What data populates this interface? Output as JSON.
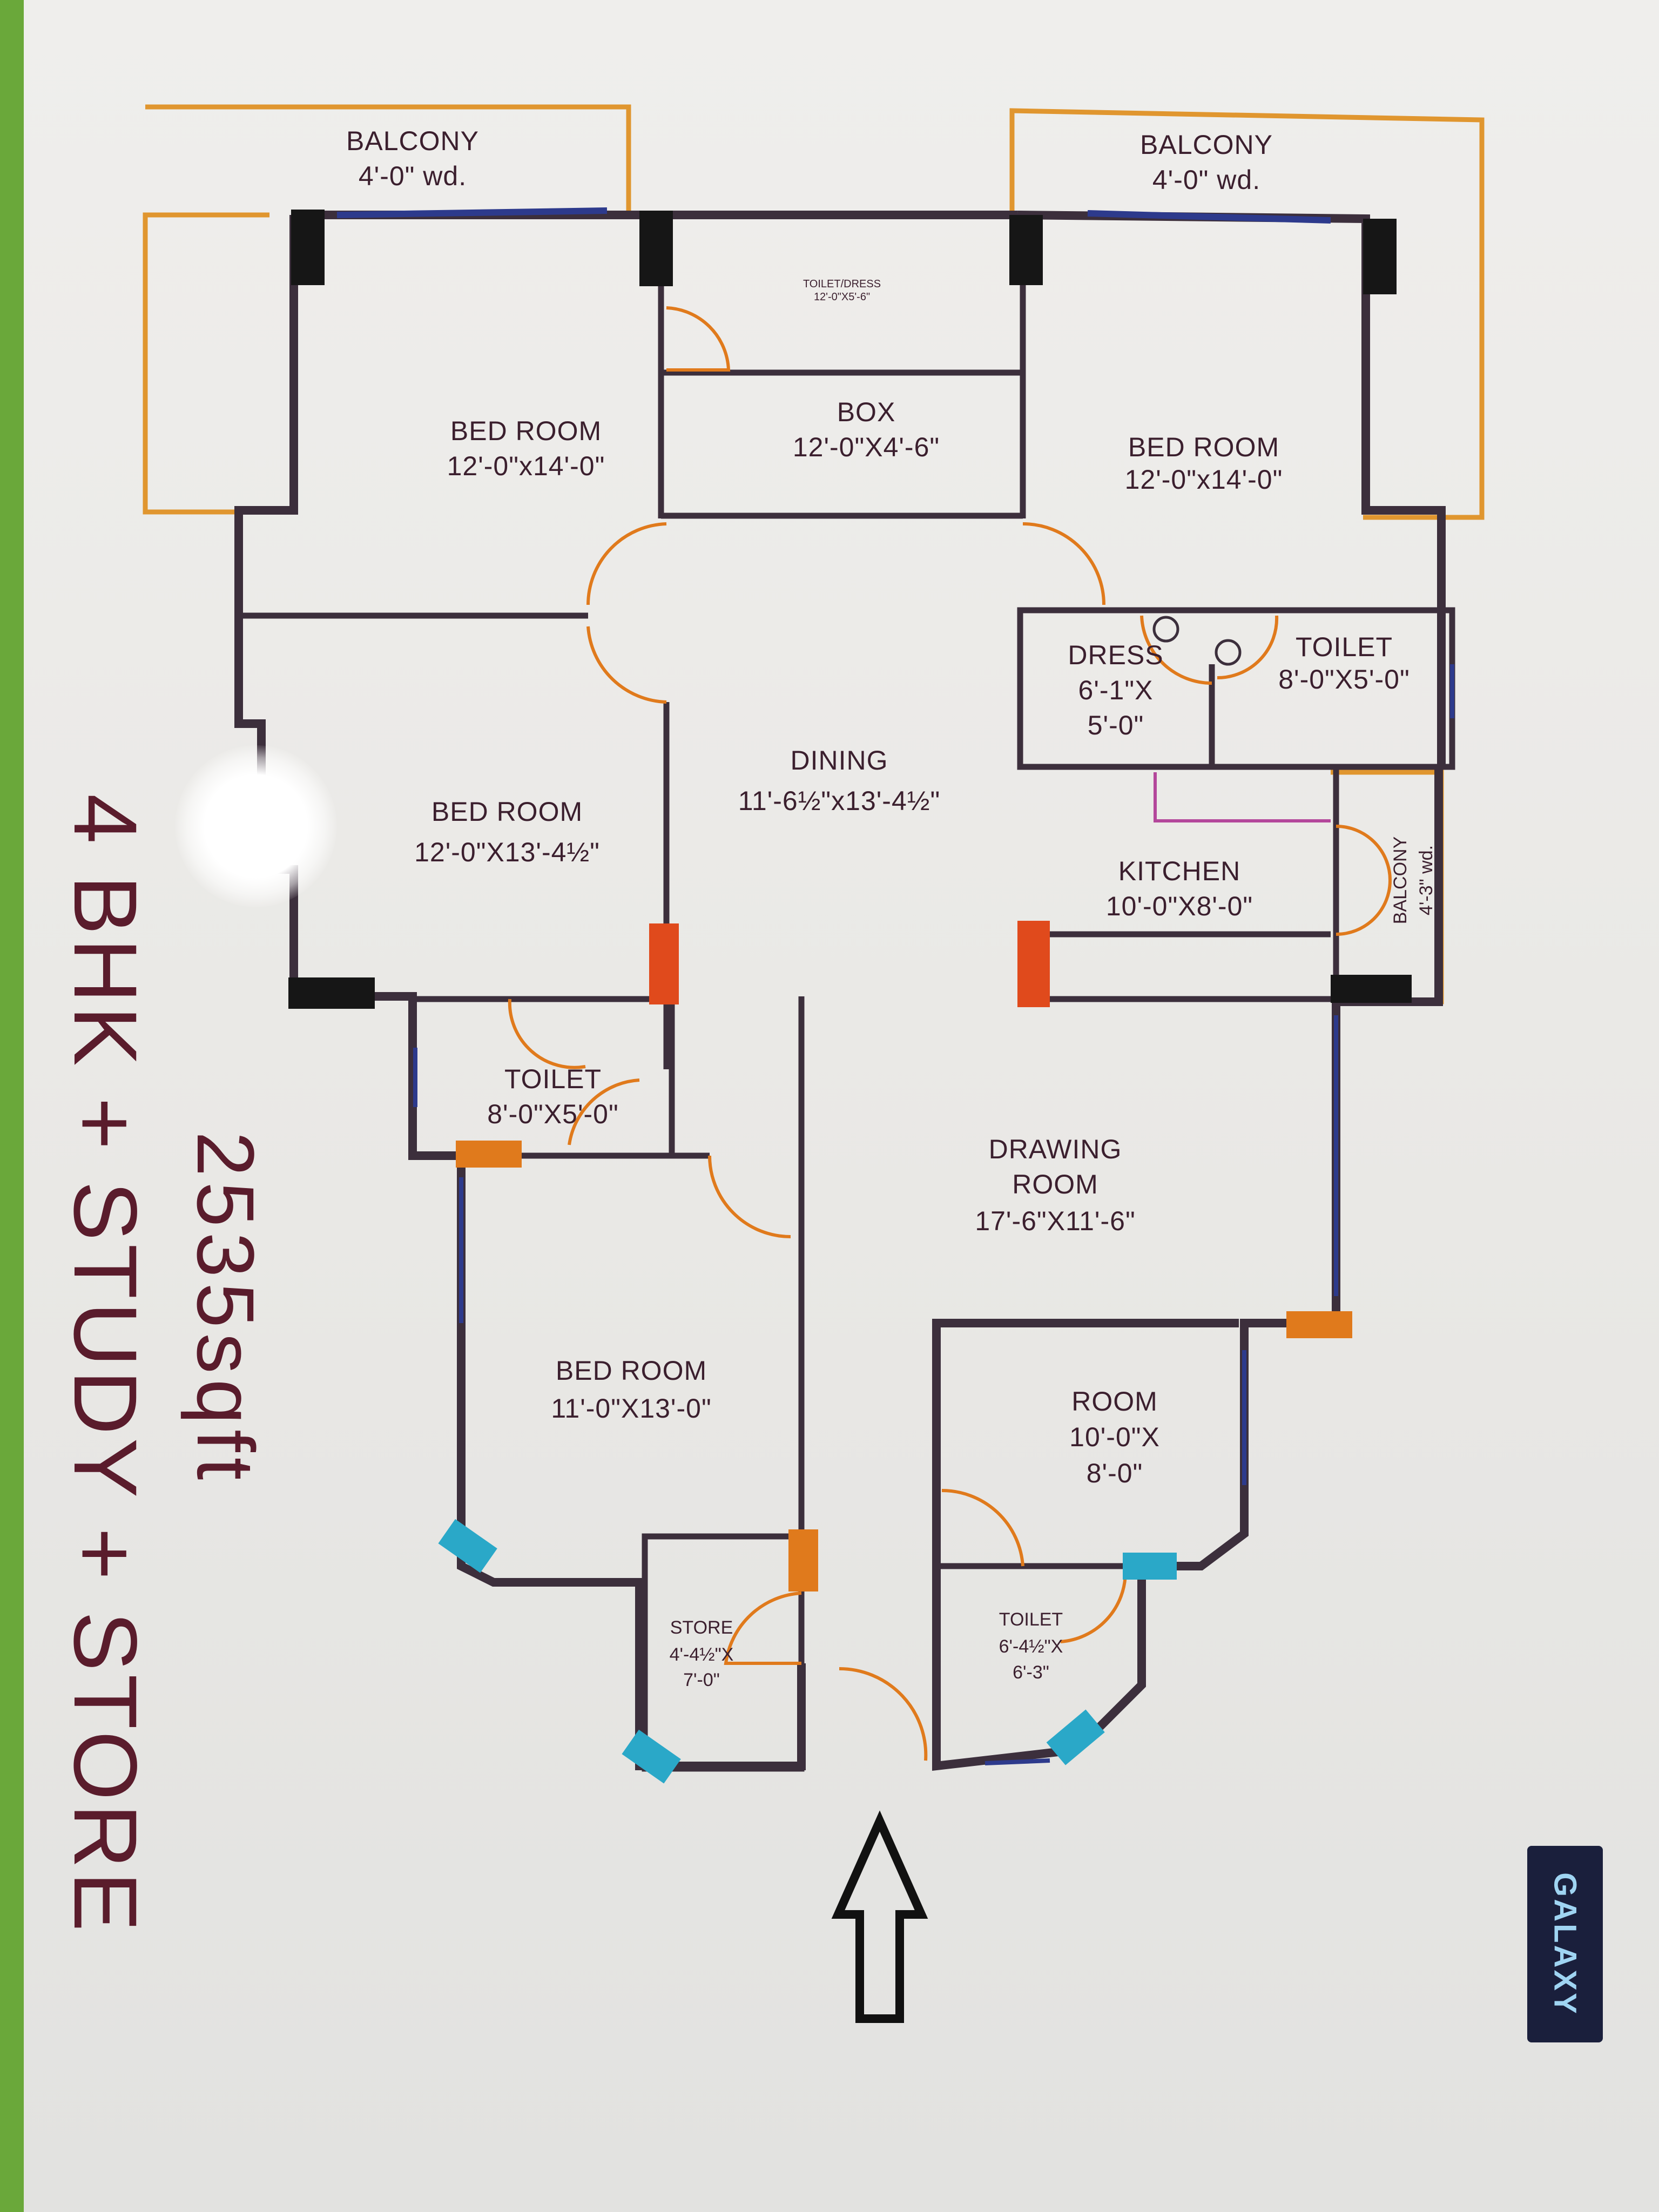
{
  "rooms": {
    "balcony_left": {
      "name": "BALCONY",
      "size": "4'-0\" wd."
    },
    "balcony_right": {
      "name": "BALCONY",
      "size": "4'-0\" wd."
    },
    "toiletdress": {
      "name": "TOILET/DRESS",
      "size": "12'-0\"X5'-6\""
    },
    "box": {
      "name": "BOX",
      "size": "12'-0\"X4'-6\""
    },
    "bedroom_tl": {
      "name": "BED ROOM",
      "size": "12'-0\"x14'-0\""
    },
    "bedroom_tr": {
      "name": "BED ROOM",
      "size": "12'-0\"x14'-0\""
    },
    "dress": {
      "name": "DRESS",
      "size_line1": "6'-1\"X",
      "size_line2": "5'-0\""
    },
    "toilet_r": {
      "name": "TOILET",
      "size": "8'-0\"X5'-0\""
    },
    "dining": {
      "name": "DINING",
      "size": "11'-6½\"x13'-4½\""
    },
    "bedroom_ml": {
      "name": "BED ROOM",
      "size": "12'-0\"X13'-4½\""
    },
    "kitchen": {
      "name": "KITCHEN",
      "size": "10'-0\"X8'-0\""
    },
    "balcony_kitchen": {
      "name": "BALCONY",
      "size": "4'-3\" wd."
    },
    "toilet_m": {
      "name": "TOILET",
      "size": "8'-0\"X5'-0\""
    },
    "drawing": {
      "name_line1": "DRAWING",
      "name_line2": "ROOM",
      "size": "17'-6\"X11'-6\""
    },
    "bedroom_bl": {
      "name": "BED ROOM",
      "size": "11'-0\"X13'-0\""
    },
    "room": {
      "name": "ROOM",
      "size_line1": "10'-0\"X",
      "size_line2": "8'-0\""
    },
    "store": {
      "name": "STORE",
      "size_line1": "4'-4½\"X",
      "size_line2": "7'-0\""
    },
    "toilet_b": {
      "name": "TOILET",
      "size_line1": "6'-4½\"X",
      "size_line2": "6'-3\""
    }
  },
  "side_text": {
    "area": "2535sqft",
    "config": "4 BHK + STUDY + STORE"
  },
  "logo_text": "GALAXY",
  "colors": {
    "wall": "#3c2f3c",
    "balcony_outline": "#e0962f",
    "door_swing": "#e07a1c",
    "window": "#2d3a8c",
    "side_text": "#5a1c2c",
    "green_strip": "#6aa83a"
  }
}
